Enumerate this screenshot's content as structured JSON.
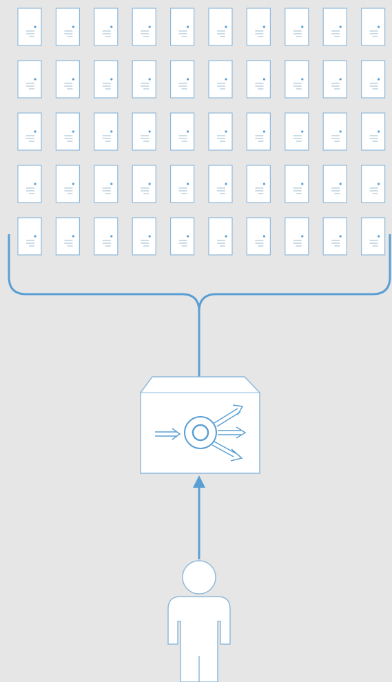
{
  "colors": {
    "background": "#e6e6e6",
    "stroke": "#5a9fd4",
    "fill": "#ffffff",
    "panel_stroke": "#8fb9da"
  },
  "server_farm": {
    "icon": "server-icon",
    "rows": 5,
    "columns": 10
  },
  "bracket": {
    "icon": "brace-connector"
  },
  "load_balancer": {
    "icon": "load-balancer-icon"
  },
  "user": {
    "icon": "user-icon"
  }
}
